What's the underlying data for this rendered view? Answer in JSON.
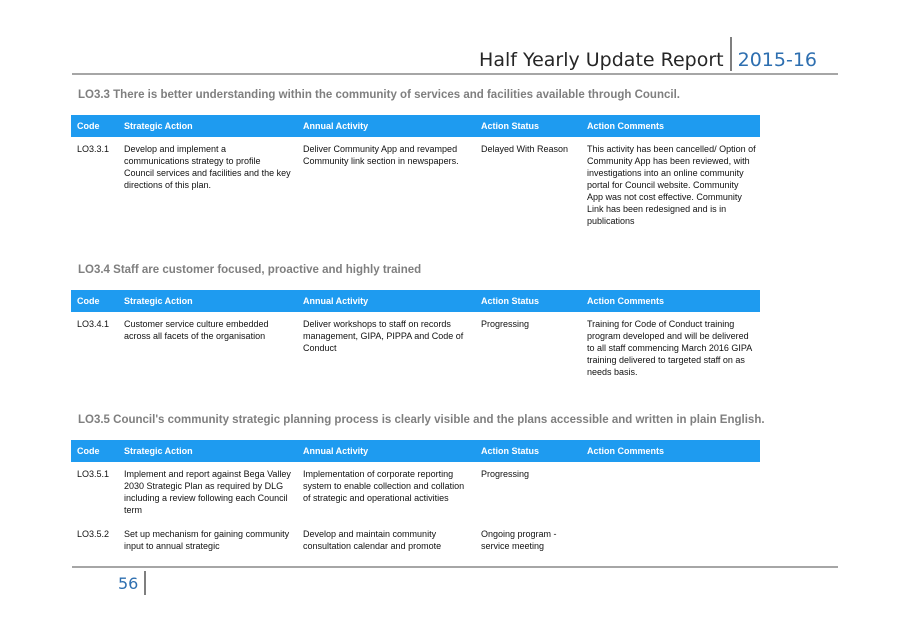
{
  "header": {
    "title": "Half Yearly Update Report",
    "year": "2015-16"
  },
  "columns": [
    "Code",
    "Strategic Action",
    "Annual Activity",
    "Action Status",
    "Action Comments"
  ],
  "sections": [
    {
      "title": "LO3.3 There is better understanding within the community of services and facilities available through Council.",
      "rows": [
        {
          "code": "LO3.3.1",
          "strategic_action": "Develop and implement a communications strategy to profile Council services and facilities and the key directions of this plan.",
          "annual_activity": "Deliver Community App and revamped Community link section in newspapers.",
          "action_status": "Delayed With Reason",
          "action_comments": "This activity has been cancelled/ Option of Community App has been reviewed, with investigations into an online community portal for Council website.  Community App was not cost effective.  Community Link has been redesigned and is in publications"
        }
      ]
    },
    {
      "title": "LO3.4 Staff are customer focused, proactive and highly trained",
      "rows": [
        {
          "code": "LO3.4.1",
          "strategic_action": "Customer service culture embedded across all facets of the organisation",
          "annual_activity": "Deliver workshops to staff on records management, GIPA, PIPPA and Code of Conduct",
          "action_status": "Progressing",
          "action_comments": "Training for Code of Conduct training program developed and will be delivered to all staff commencing March 2016  GIPA training delivered to targeted staff on as needs basis."
        }
      ]
    },
    {
      "title": "LO3.5 Council's community strategic planning process is clearly visible and the plans accessible and written in plain English.",
      "rows": [
        {
          "code": "LO3.5.1",
          "strategic_action": "Implement and report against Bega Valley 2030 Strategic Plan as required by DLG including a review following each Council term",
          "annual_activity": "Implementation of corporate reporting system to enable collection and collation of strategic and operational activities",
          "action_status": "Progressing",
          "action_comments": ""
        },
        {
          "code": "LO3.5.2",
          "strategic_action": "Set up mechanism for gaining community input to annual strategic",
          "annual_activity": "Develop and maintain community consultation calendar and promote",
          "action_status": "Ongoing program - service meeting",
          "action_comments": ""
        }
      ]
    }
  ],
  "footer": {
    "page_number": "56"
  }
}
